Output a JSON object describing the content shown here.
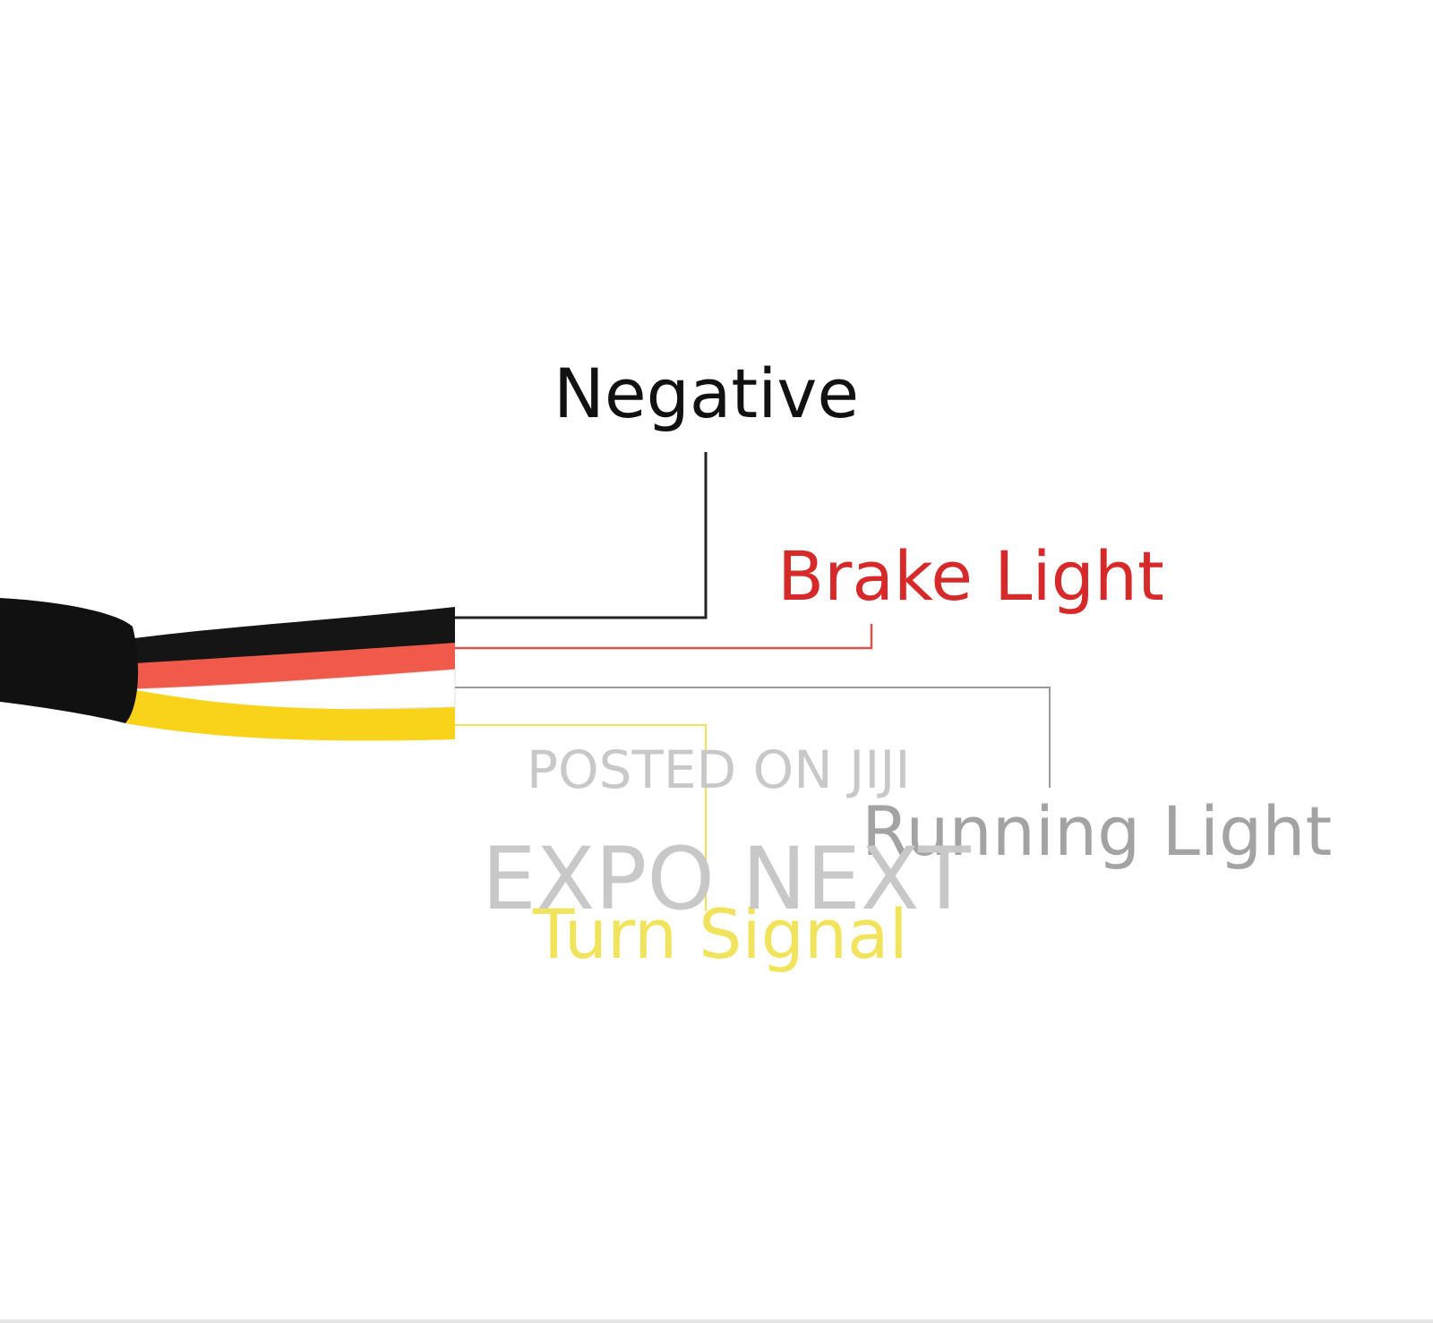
{
  "labels": {
    "negative": "Negative",
    "brake_light": "Brake Light",
    "running_light": "Running Light",
    "turn_signal": "Turn Signal"
  },
  "watermark": {
    "line1": "POSTED ON JIJI",
    "line2": "EXPO NEXT"
  },
  "colors": {
    "jacket": "#111111",
    "wire_black": "#151515",
    "wire_red": "#f05a4a",
    "wire_white": "#ffffff",
    "wire_yellow": "#f9d21a",
    "negative_text": "#111111",
    "brake_text": "#d62a2a",
    "running_text": "#a3a3a3",
    "turn_text": "#f2e35c",
    "negative_line": "#222222",
    "brake_line": "#d9534f",
    "running_line": "#9a9a9a",
    "turn_line": "#f2df5a",
    "watermark": "#c8c8c8"
  }
}
